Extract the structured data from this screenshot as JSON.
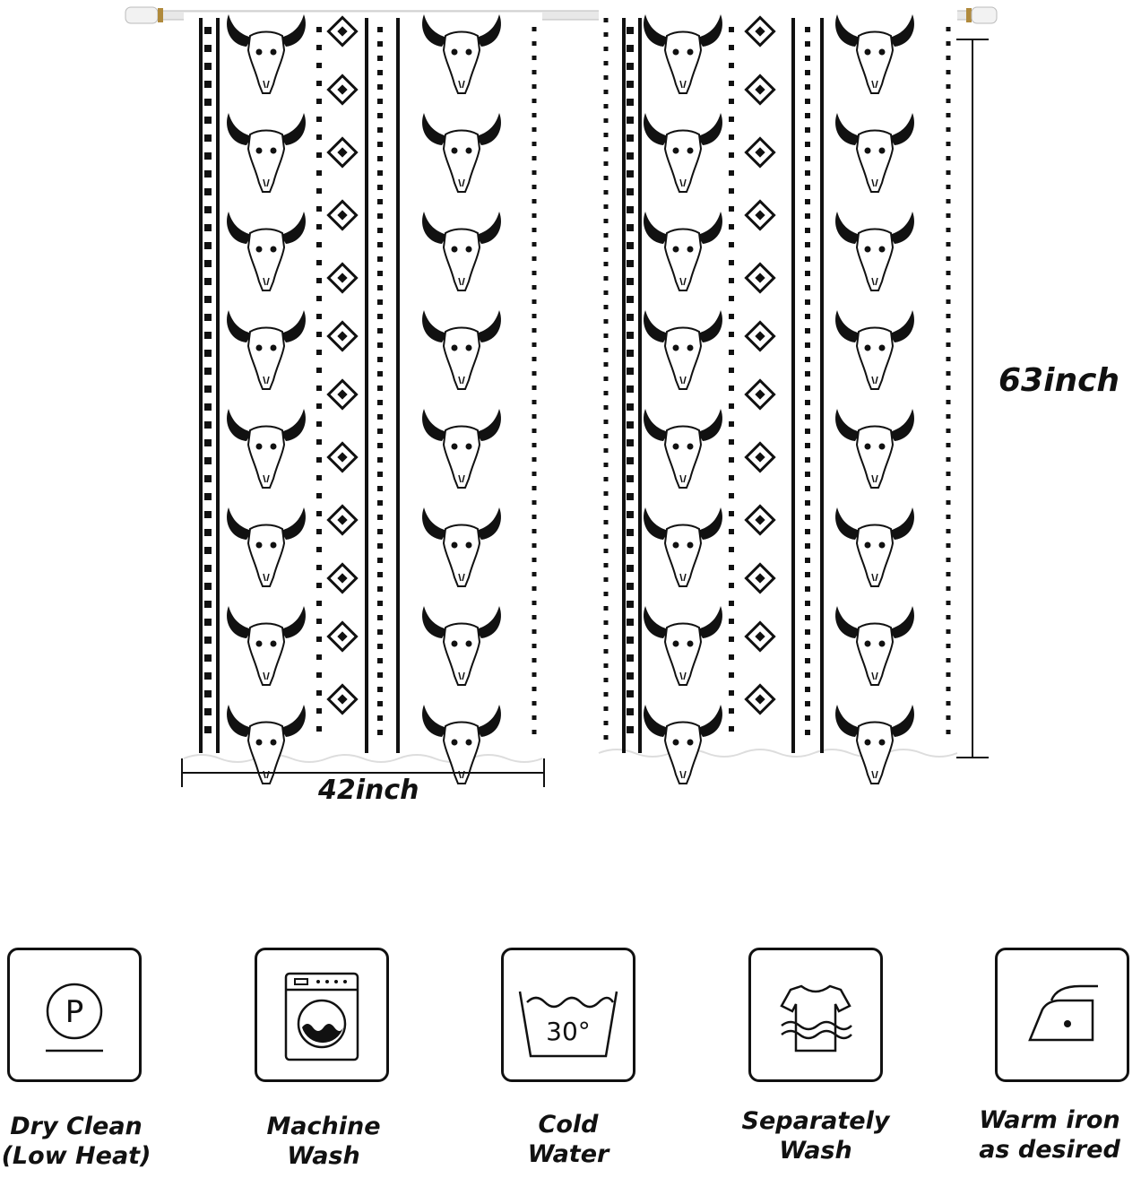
{
  "dimensions": {
    "width_label": "42inch",
    "height_label": "63inch"
  },
  "care_instructions": [
    {
      "icon": "dry-clean-p-icon",
      "line1": "Dry Clean",
      "line2": "(Low Heat)"
    },
    {
      "icon": "washing-machine-icon",
      "line1": "Machine",
      "line2": "Wash"
    },
    {
      "icon": "cold-water-wash-icon",
      "icon_text": "30°",
      "line1": "Cold",
      "line2": "Water"
    },
    {
      "icon": "separate-wash-shirt-icon",
      "line1": "Separately",
      "line2": "Wash"
    },
    {
      "icon": "warm-iron-icon",
      "line1": "Warm iron",
      "line2": "as desired"
    }
  ],
  "colors": {
    "ink": "#111111",
    "fabric": "#ffffff",
    "rod": "#e8e8e8",
    "rod_ring": "#b08a3c"
  }
}
